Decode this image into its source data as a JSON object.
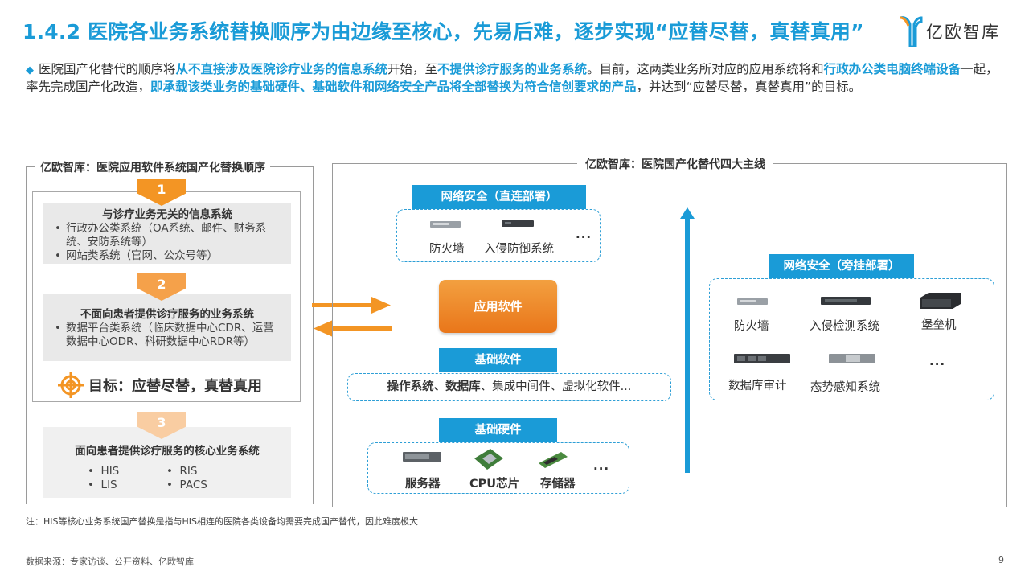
{
  "header": {
    "title": "1.4.2 医院各业务系统替换顺序为由边缘至核心，先易后难，逐步实现“应替尽替，真替真用”",
    "logo_text": "亿欧智库"
  },
  "intro": {
    "s1": "医院国产化替代的顺序将",
    "h1": "从不直接涉及医院诊疗业务的信息系统",
    "s2": "开始，至",
    "h2": "不提供诊疗服务的业务系统",
    "s3": "。目前，这两类业务所对应的应用系统将和",
    "h3": "行政办公类电脑终端设备",
    "s4": "一起，率先完成国产化改造，",
    "h4": "即承载该类业务的基础硬件、基础软件和网络安全产品将全部替换为符合信创要求的产品",
    "s5": "，并达到“应替尽替，真替真用”的目标。"
  },
  "left": {
    "title": "亿欧智库：医院应用软件系统国产化替换顺序",
    "step1": {
      "num": "1",
      "head": "与诊疗业务无关的信息系统",
      "items": [
        "行政办公类系统（OA系统、邮件、财务系统、安防系统等）",
        "网站类系统（官网、公众号等）"
      ]
    },
    "step2": {
      "num": "2",
      "head": "不面向患者提供诊疗服务的业务系统",
      "items": [
        "数据平台类系统（临床数据中心CDR、运营数据中心ODR、科研数据中心RDR等）"
      ]
    },
    "goal": "目标：应替尽替，真替真用",
    "step3": {
      "num": "3",
      "head": "面向患者提供诊疗服务的核心业务系统",
      "items": [
        "HIS",
        "RIS",
        "LIS",
        "PACS"
      ]
    }
  },
  "right": {
    "title": "亿欧智库：医院国产化替代四大主线",
    "ns_direct": {
      "header": "网络安全（直连部署）",
      "items": [
        "防火墙",
        "入侵防御系统"
      ],
      "more": "..."
    },
    "app_software": "应用软件",
    "base_software": {
      "header": "基础软件",
      "bold_items": "操作系统、数据库",
      "rest_items": "、集成中间件、虚拟化软件..."
    },
    "base_hardware": {
      "header": "基础硬件",
      "items": [
        "服务器",
        "CPU芯片",
        "存储器"
      ],
      "more": "..."
    },
    "ns_bypass": {
      "header": "网络安全（旁挂部署）",
      "items": [
        "防火墙",
        "入侵检测系统",
        "堡垒机",
        "数据库审计",
        "态势感知系统"
      ],
      "more": "..."
    }
  },
  "footer": {
    "note": "注：HIS等核心业务系统国产替换是指与HIS相连的医院各类设备均需要完成国产替代，因此难度极大",
    "source": "数据来源：专家访谈、公开资料、亿欧智库",
    "page": "9"
  },
  "colors": {
    "brand_blue": "#1a9bd7",
    "orange": "#f39524",
    "light_orange": "#f9cda2",
    "gray_box": "#e9e9e9"
  }
}
